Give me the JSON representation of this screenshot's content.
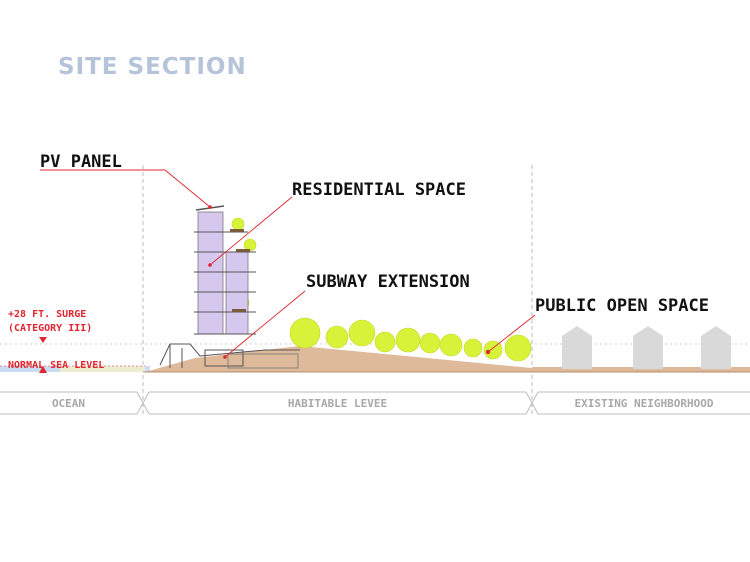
{
  "title": "SITE SECTION",
  "callouts": {
    "pv_panel": "PV PANEL",
    "residential_space": "RESIDENTIAL SPACE",
    "subway_extension": "SUBWAY EXTENSION",
    "public_open_space": "PUBLIC OPEN SPACE"
  },
  "water_levels": {
    "surge_line1": "+28 FT. SURGE",
    "surge_line2": "(CATEGORY III)",
    "normal_sea_level": "NORMAL SEA LEVEL"
  },
  "zones": {
    "ocean": "OCEAN",
    "habitable_levee": "HABITABLE LEVEE",
    "existing_neighborhood": "EXISTING NEIGHBORHOOD"
  },
  "colors": {
    "title": "#b6c4d9",
    "leader_red": "#e0262f",
    "levee": "#deb99a",
    "tree": "#d8f23a",
    "building_panel": "#d6c7ef",
    "house": "#d9d9d9",
    "water": "#c9dcf3"
  }
}
